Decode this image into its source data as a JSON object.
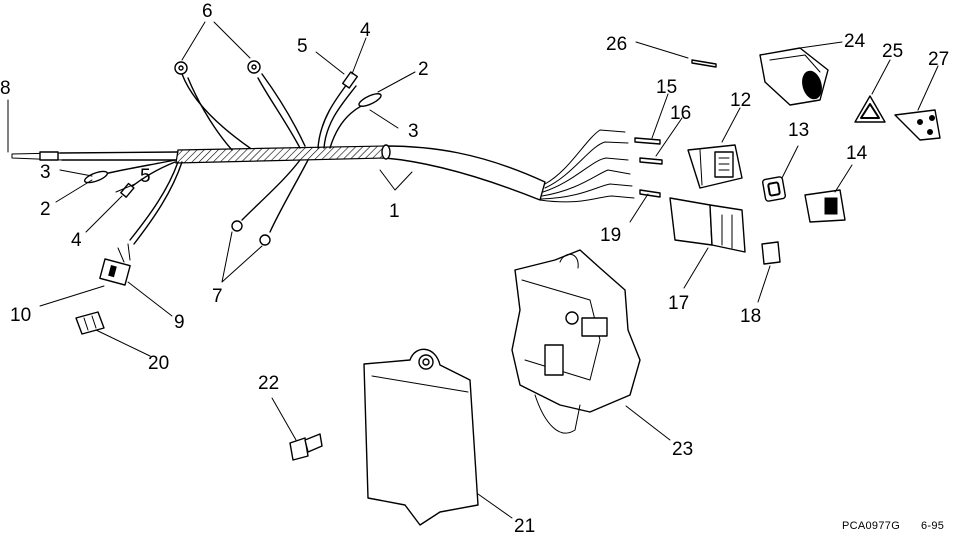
{
  "callouts": {
    "n1": "1",
    "n2": "2",
    "n3": "3",
    "n4": "4",
    "n5": "5",
    "n6": "6",
    "n7": "7",
    "n8": "8",
    "n9": "9",
    "n10": "10",
    "n12": "12",
    "n13": "13",
    "n14": "14",
    "n15": "15",
    "n16": "16",
    "n17": "17",
    "n18": "18",
    "n19": "19",
    "n20": "20",
    "n21": "21",
    "n22": "22",
    "n23": "23",
    "n24": "24",
    "n25": "25",
    "n26": "26",
    "n27": "27"
  },
  "footer": {
    "drawing_code": "PCA0977G",
    "date": "6-95"
  }
}
